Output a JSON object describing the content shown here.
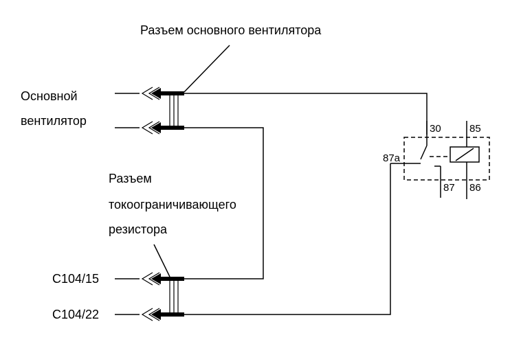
{
  "labels": {
    "main_fan_connector": "Разъем основного вентилятора",
    "main_fan_line1": "Основной",
    "main_fan_line2": "вентилятор",
    "resistor_line1": "Разъем",
    "resistor_line2": "токоограничивающего",
    "resistor_line3": "резистора",
    "c104_15": "C104/15",
    "c104_22": "C104/22"
  },
  "relay_pins": {
    "p30": "30",
    "p85": "85",
    "p87a": "87a",
    "p87": "87",
    "p86": "86"
  }
}
